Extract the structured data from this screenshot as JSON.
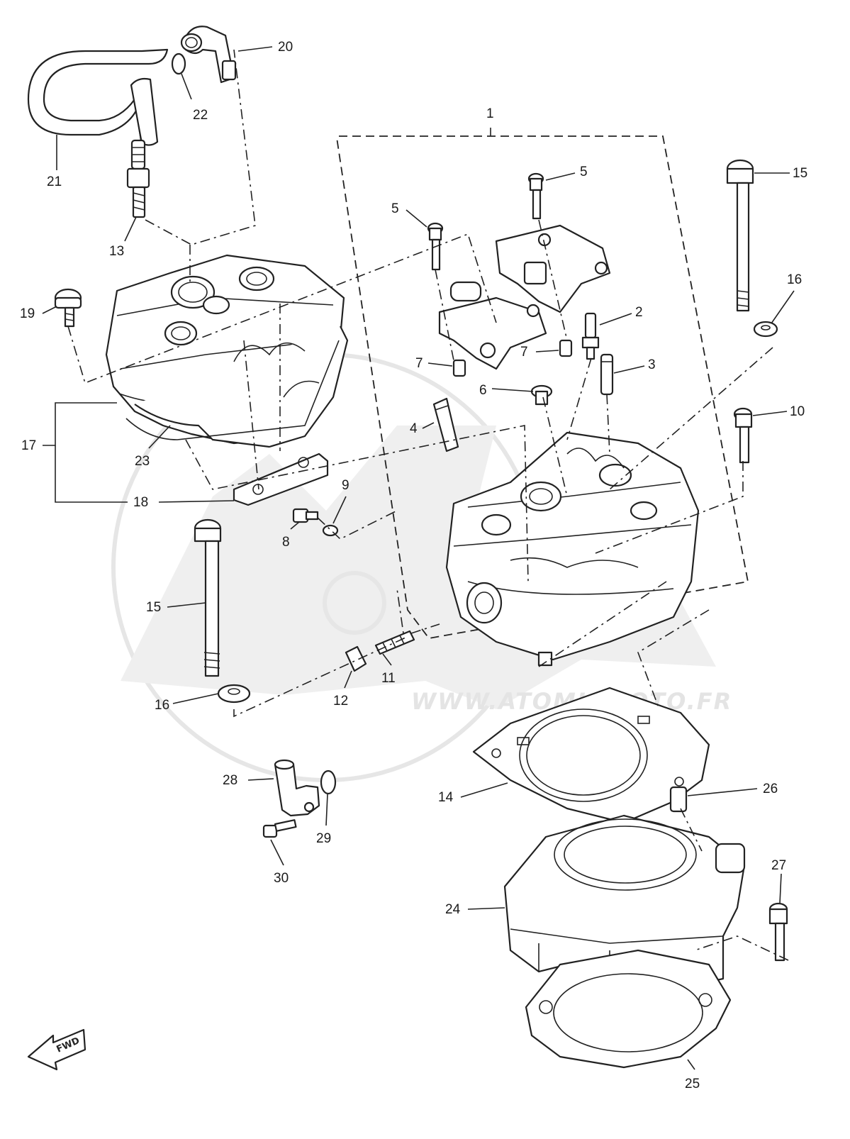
{
  "watermark": {
    "text": "WWW.ATOMICMOTO.FR"
  },
  "orientation": {
    "label": "FWD"
  },
  "callouts": [
    {
      "id": "c1",
      "label": "1"
    },
    {
      "id": "c2",
      "label": "2"
    },
    {
      "id": "c3",
      "label": "3"
    },
    {
      "id": "c4",
      "label": "4"
    },
    {
      "id": "c5a",
      "label": "5"
    },
    {
      "id": "c5b",
      "label": "5"
    },
    {
      "id": "c6",
      "label": "6"
    },
    {
      "id": "c7a",
      "label": "7"
    },
    {
      "id": "c7b",
      "label": "7"
    },
    {
      "id": "c8",
      "label": "8"
    },
    {
      "id": "c9",
      "label": "9"
    },
    {
      "id": "c10",
      "label": "10"
    },
    {
      "id": "c11",
      "label": "11"
    },
    {
      "id": "c12",
      "label": "12"
    },
    {
      "id": "c13",
      "label": "13"
    },
    {
      "id": "c14",
      "label": "14"
    },
    {
      "id": "c15a",
      "label": "15"
    },
    {
      "id": "c15b",
      "label": "15"
    },
    {
      "id": "c16a",
      "label": "16"
    },
    {
      "id": "c16b",
      "label": "16"
    },
    {
      "id": "c17",
      "label": "17"
    },
    {
      "id": "c18",
      "label": "18"
    },
    {
      "id": "c19",
      "label": "19"
    },
    {
      "id": "c20",
      "label": "20"
    },
    {
      "id": "c21",
      "label": "21"
    },
    {
      "id": "c22",
      "label": "22"
    },
    {
      "id": "c23",
      "label": "23"
    },
    {
      "id": "c24",
      "label": "24"
    },
    {
      "id": "c25",
      "label": "25"
    },
    {
      "id": "c26",
      "label": "26"
    },
    {
      "id": "c27",
      "label": "27"
    },
    {
      "id": "c28",
      "label": "28"
    },
    {
      "id": "c29",
      "label": "29"
    },
    {
      "id": "c30",
      "label": "30"
    }
  ]
}
